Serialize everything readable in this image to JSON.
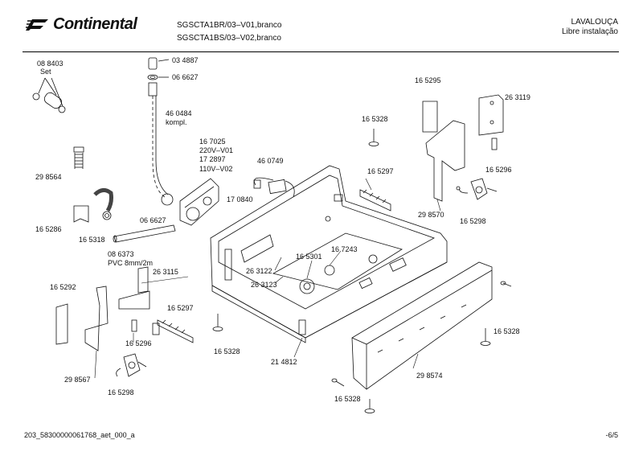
{
  "header": {
    "brand": "Continental",
    "models": [
      "SGSCTA1BR/03–V01,branco",
      "SGSCTA1BS/03–V02,branco"
    ],
    "title_line1": "LAVALOUÇA",
    "title_line2": "Libre instalação"
  },
  "parts": {
    "p088403": "08 8403",
    "set": "Set",
    "p034887": "03 4887",
    "p066627a": "06 6627",
    "p460484": "46 0484",
    "kompl": "kompl.",
    "p167025": "16 7025",
    "v220": "220V–V01",
    "p172897": "17 2897",
    "v110": "110V–V02",
    "p460749": "46 0749",
    "p170840": "17 0840",
    "p298564": "29 8564",
    "p165286": "16 5286",
    "p165318": "16 5318",
    "p066627b": "06 6627",
    "p086373": "08 6373",
    "pvc": "PVC 8mm/2m",
    "p165295": "16 5295",
    "p263119": "26 3119",
    "p165328a": "16 5328",
    "p165297a": "16 5297",
    "p165296a": "16 5296",
    "p298570": "29 8570",
    "p165298a": "16 5298",
    "p167243": "16 7243",
    "p165301": "16 5301",
    "p263122": "26 3122",
    "p263123": "26 3123",
    "p263115": "26 3115",
    "p165292": "16 5292",
    "p165297b": "16 5297",
    "p165296b": "16 5296",
    "p165328b": "16 5328",
    "p214812": "21 4812",
    "p298567": "29 8567",
    "p165298b": "16 5298",
    "p298574": "29 8574",
    "p165328c": "16 5328",
    "p165328d": "16 5328"
  },
  "footer": {
    "doc_id": "203_58300000061768_aet_000_a",
    "page": "-6/5"
  }
}
